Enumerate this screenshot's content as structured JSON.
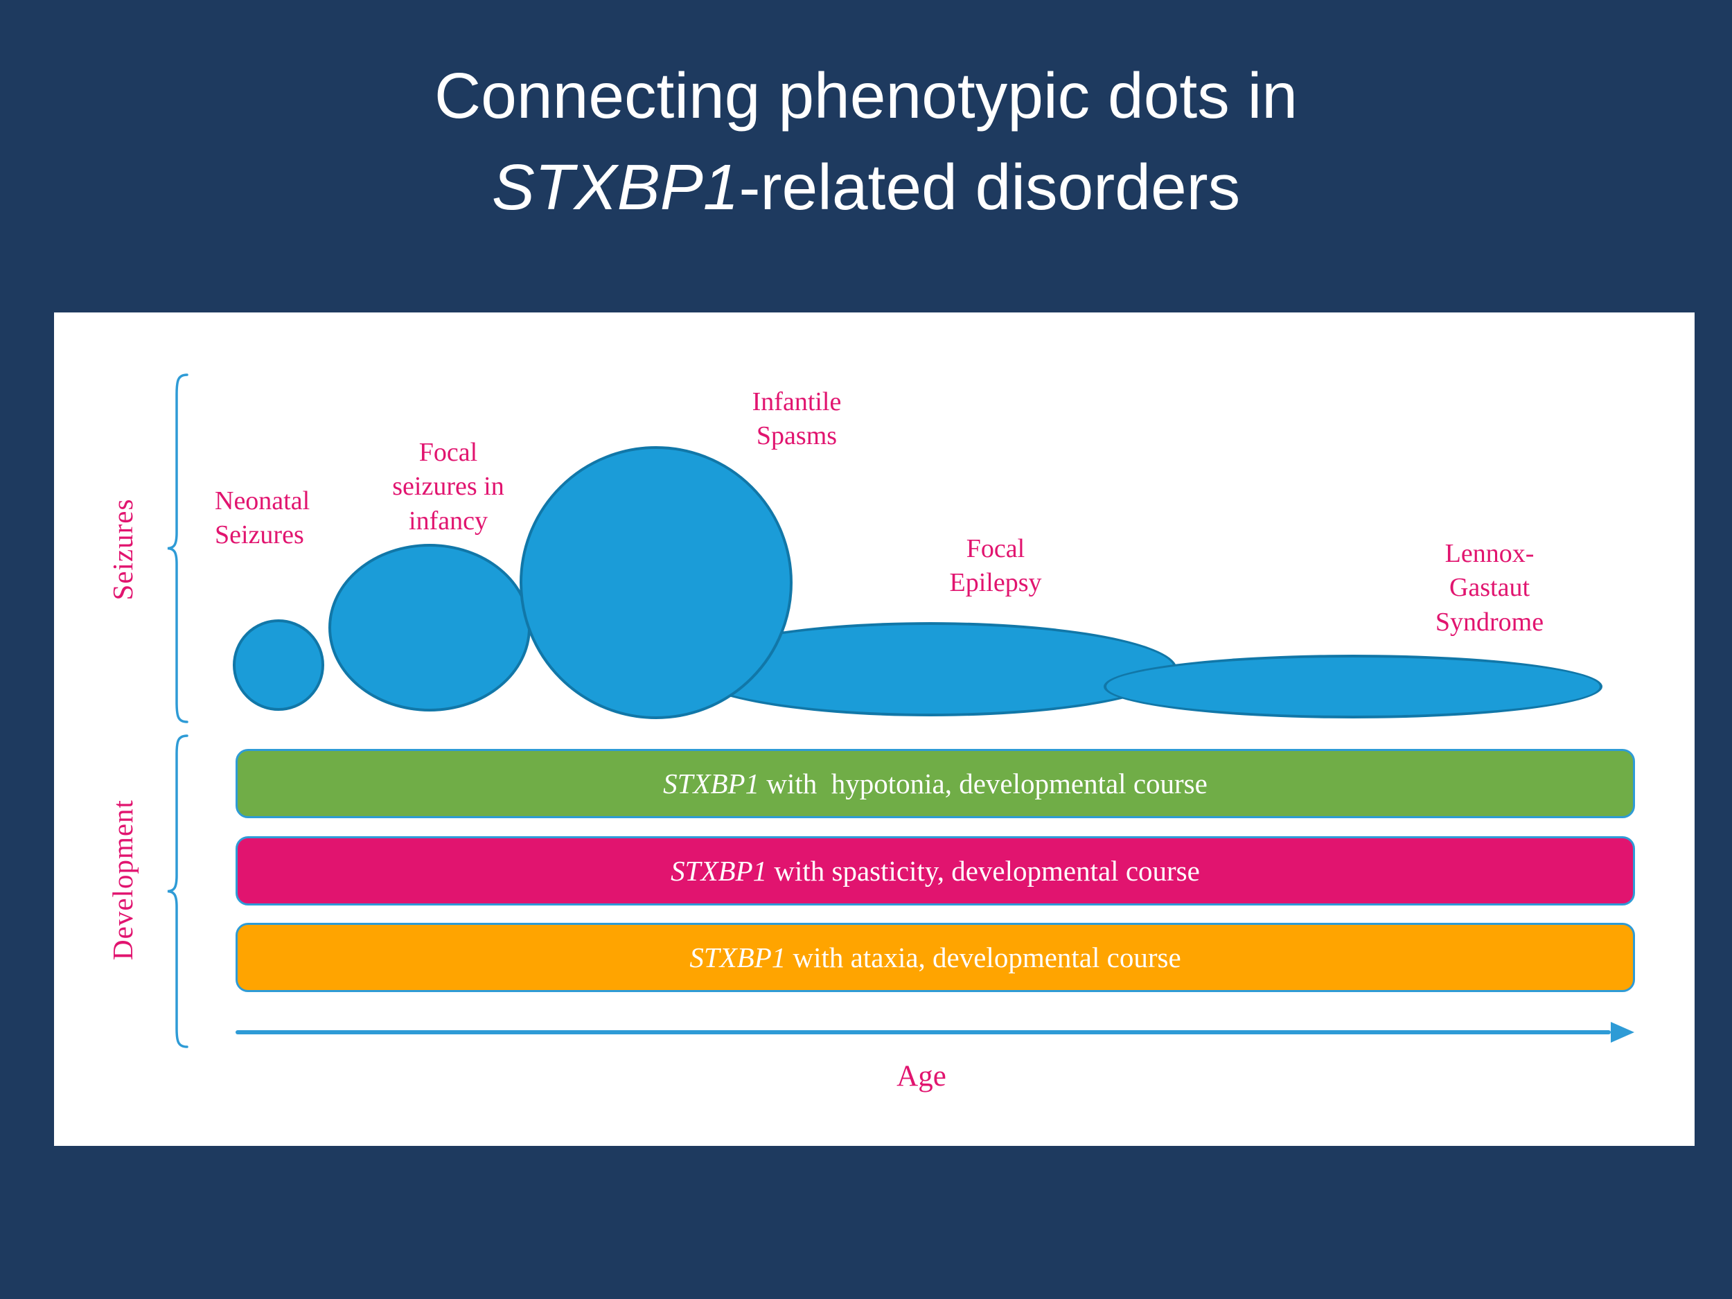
{
  "title": {
    "line1": "Connecting phenotypic dots in",
    "gene": "STXBP1",
    "line2_suffix": "-related disorders"
  },
  "colors": {
    "background": "#1E3A5F",
    "panel": "#FFFFFF",
    "ellipse_fill": "#1B9CD8",
    "ellipse_stroke": "#1177A8",
    "label_pink": "#E1146F",
    "bar_outline": "#2E9BD6",
    "arrow_blue": "#2E9BD6",
    "bar_green": "#70AD47",
    "bar_pink": "#E1146F",
    "bar_orange": "#FFA400"
  },
  "groups": {
    "seizures": "Seizures",
    "development": "Development"
  },
  "seizure_labels": {
    "neonatal": "Neonatal\nSeizures",
    "focal_infancy": "Focal\nseizures in\ninfancy",
    "infantile_spasms": "Infantile\nSpasms",
    "focal_epilepsy": "Focal\nEpilepsy",
    "lennox_gastaut": "Lennox-\nGastaut\nSyndrome"
  },
  "bars": [
    {
      "gene": "STXBP1",
      "text": " with  hypotonia, developmental course",
      "color": "#70AD47"
    },
    {
      "gene": "STXBP1",
      "text": " with spasticity, developmental course",
      "color": "#E1146F"
    },
    {
      "gene": "STXBP1",
      "text": " with ataxia, developmental course",
      "color": "#FFA400"
    }
  ],
  "axis": {
    "label": "Age"
  }
}
